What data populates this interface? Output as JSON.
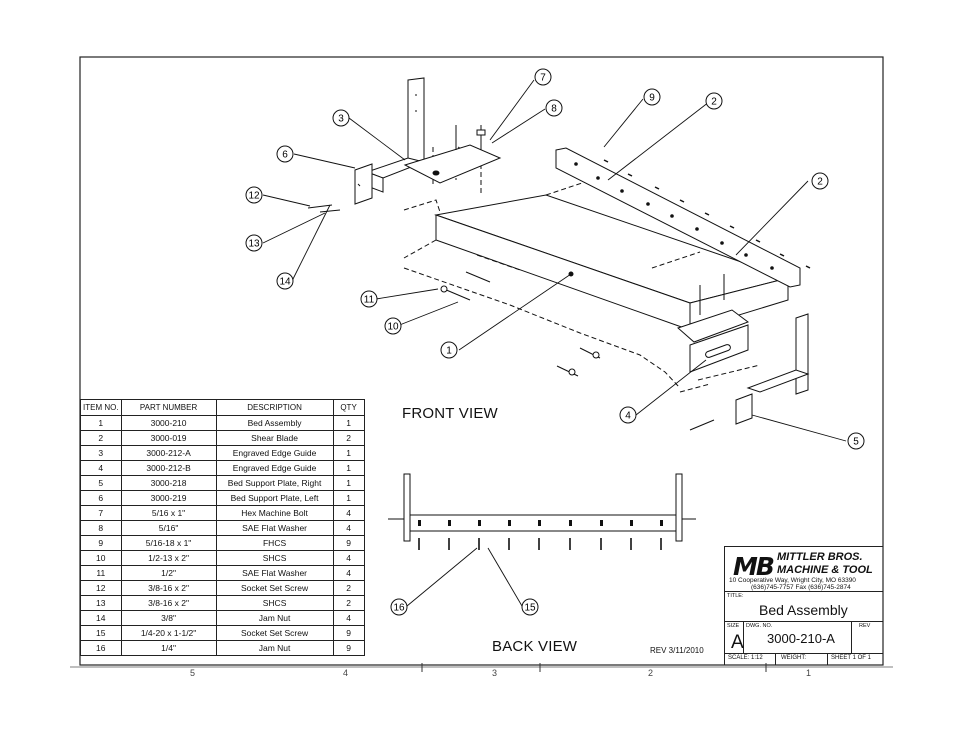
{
  "bom": {
    "headers": {
      "item": "ITEM NO.",
      "part": "PART NUMBER",
      "desc": "DESCRIPTION",
      "qty": "QTY"
    },
    "rows": [
      {
        "item": "1",
        "part": "3000-210",
        "desc": "Bed Assembly",
        "qty": "1"
      },
      {
        "item": "2",
        "part": "3000-019",
        "desc": "Shear Blade",
        "qty": "2"
      },
      {
        "item": "3",
        "part": "3000-212-A",
        "desc": "Engraved Edge Guide",
        "qty": "1"
      },
      {
        "item": "4",
        "part": "3000-212-B",
        "desc": "Engraved Edge Guide",
        "qty": "1"
      },
      {
        "item": "5",
        "part": "3000-218",
        "desc": "Bed Support Plate, Right",
        "qty": "1"
      },
      {
        "item": "6",
        "part": "3000-219",
        "desc": "Bed Support Plate, Left",
        "qty": "1"
      },
      {
        "item": "7",
        "part": "5/16 x 1\"",
        "desc": "Hex Machine Bolt",
        "qty": "4"
      },
      {
        "item": "8",
        "part": "5/16\"",
        "desc": "SAE Flat Washer",
        "qty": "4"
      },
      {
        "item": "9",
        "part": "5/16-18 x 1\"",
        "desc": "FHCS",
        "qty": "9"
      },
      {
        "item": "10",
        "part": "1/2-13 x 2\"",
        "desc": "SHCS",
        "qty": "4"
      },
      {
        "item": "11",
        "part": "1/2\"",
        "desc": "SAE Flat Washer",
        "qty": "4"
      },
      {
        "item": "12",
        "part": "3/8-16 x 2\"",
        "desc": "Socket Set Screw",
        "qty": "2"
      },
      {
        "item": "13",
        "part": "3/8-16 x 2\"",
        "desc": "SHCS",
        "qty": "2"
      },
      {
        "item": "14",
        "part": "3/8\"",
        "desc": "Jam Nut",
        "qty": "4"
      },
      {
        "item": "15",
        "part": "1/4-20 x 1-1/2\"",
        "desc": "Socket Set Screw",
        "qty": "9"
      },
      {
        "item": "16",
        "part": "1/4\"",
        "desc": "Jam Nut",
        "qty": "9"
      }
    ]
  },
  "views": {
    "front": "FRONT VIEW",
    "back": "BACK VIEW"
  },
  "revision_note": "REV 3/11/2010",
  "balloons": [
    "1",
    "2",
    "2",
    "3",
    "4",
    "5",
    "6",
    "7",
    "8",
    "9",
    "10",
    "11",
    "12",
    "13",
    "14",
    "15",
    "16"
  ],
  "title_block": {
    "logo": "MB",
    "company_line1": "MITTLER BROS.",
    "company_line2": "MACHINE & TOOL",
    "address_line1": "10 Cooperative Way, Wright City, MO 63390",
    "address_line2": "(636)745-7757  Fax (636)745-2874",
    "title_label": "TITLE:",
    "title": "Bed Assembly",
    "size_label": "SIZE",
    "size": "A",
    "dwg_label": "DWG.  NO.",
    "dwg_no": "3000-210-A",
    "rev_label": "REV",
    "scale": "SCALE: 1:12",
    "weight": "WEIGHT:",
    "sheet": "SHEET 1 OF 1"
  },
  "zones": [
    "5",
    "4",
    "3",
    "2",
    "1"
  ]
}
